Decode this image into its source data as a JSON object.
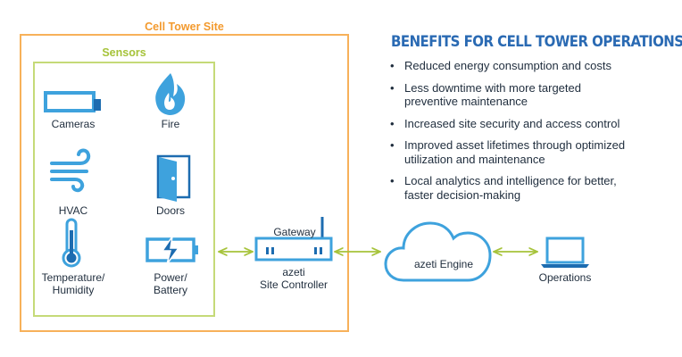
{
  "site": {
    "title": "Cell Tower Site"
  },
  "sensors": {
    "title": "Sensors",
    "items": [
      {
        "label": "Cameras",
        "icon": "camera-icon"
      },
      {
        "label": "Fire",
        "icon": "fire-icon"
      },
      {
        "label": "HVAC",
        "icon": "hvac-icon"
      },
      {
        "label": "Doors",
        "icon": "door-icon"
      },
      {
        "label_line1": "Temperature/",
        "label_line2": "Humidity",
        "icon": "thermometer-icon"
      },
      {
        "label_line1": "Power/",
        "label_line2": "Battery",
        "icon": "battery-icon"
      }
    ]
  },
  "gateway": {
    "top_label": "Gateway",
    "label_line1": "azeti",
    "label_line2": "Site Controller",
    "icon": "gateway-icon"
  },
  "engine": {
    "label": "azeti Engine",
    "icon": "cloud-icon"
  },
  "operations": {
    "label": "Operations",
    "icon": "laptop-icon"
  },
  "benefits": {
    "title": "BENEFITS FOR CELL TOWER OPERATIONS",
    "items": [
      "Reduced energy consumption and costs",
      "Less downtime with more targeted preventive maintenance",
      "Increased site security and access control",
      "Improved asset lifetimes through optimized utilization and maintenance",
      "Local analytics and intelligence for better, faster decision-making"
    ]
  },
  "colors": {
    "icon_blue": "#3ea2dd",
    "dark_blue": "#1d6cb0",
    "site_orange": "#f7b15a",
    "sensor_green": "#c5da78",
    "arrow_green": "#a6c33a"
  }
}
